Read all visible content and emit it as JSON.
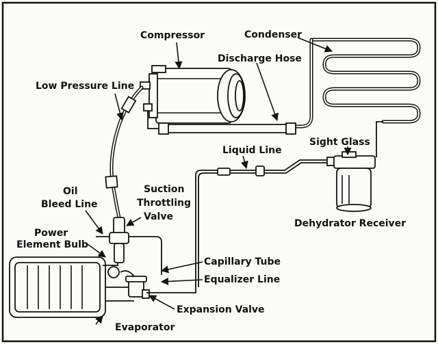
{
  "labels": {
    "compressor": "Compressor",
    "condenser": "Condenser",
    "discharge_hose": "Discharge Hose",
    "low_pressure_line": "Low Pressure Line",
    "liquid_line": "Liquid Line",
    "sight_glass": "Sight Glass",
    "oil_bleed_line_1": "Oil",
    "oil_bleed_line_2": "Bleed Line",
    "suction_throttling_valve_1": "Suction",
    "suction_throttling_valve_2": "Throttling",
    "suction_throttling_valve_3": "Valve",
    "dehydrator_receiver": "Dehydrator Receiver",
    "power_element_bulb_1": "Power",
    "power_element_bulb_2": "Element Bulb",
    "capillary_tube": "Capillary Tube",
    "equalizer_line": "Equalizer Line",
    "expansion_valve": "Expansion Valve",
    "evaporator": "Evaporator"
  }
}
